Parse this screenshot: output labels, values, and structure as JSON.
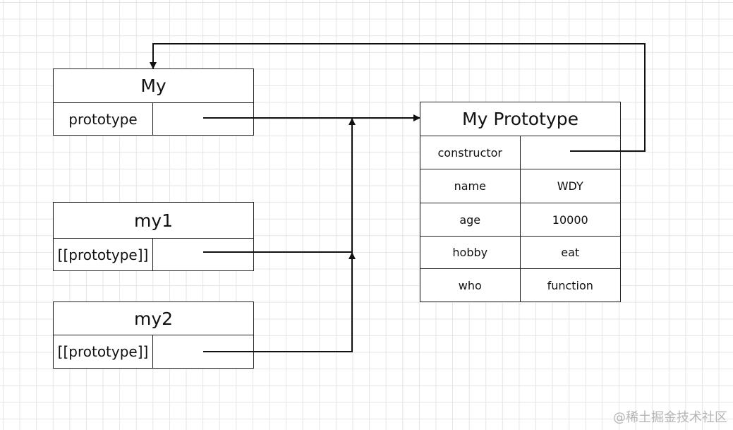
{
  "constructor_box": {
    "title": "My",
    "key": "prototype",
    "value": ""
  },
  "instances": [
    {
      "title": "my1",
      "key": "[[prototype]]",
      "value": ""
    },
    {
      "title": "my2",
      "key": "[[prototype]]",
      "value": ""
    }
  ],
  "prototype_box": {
    "title": "My Prototype",
    "rows": [
      {
        "key": "constructor",
        "value": ""
      },
      {
        "key": "name",
        "value": "WDY"
      },
      {
        "key": "age",
        "value": "10000"
      },
      {
        "key": "hobby",
        "value": "eat"
      },
      {
        "key": "who",
        "value": "function"
      }
    ]
  },
  "watermark": "@稀土掘金技术社区",
  "colors": {
    "line": "#111111",
    "grid": "#e4e4e4",
    "watermark": "#b5b5b5"
  }
}
